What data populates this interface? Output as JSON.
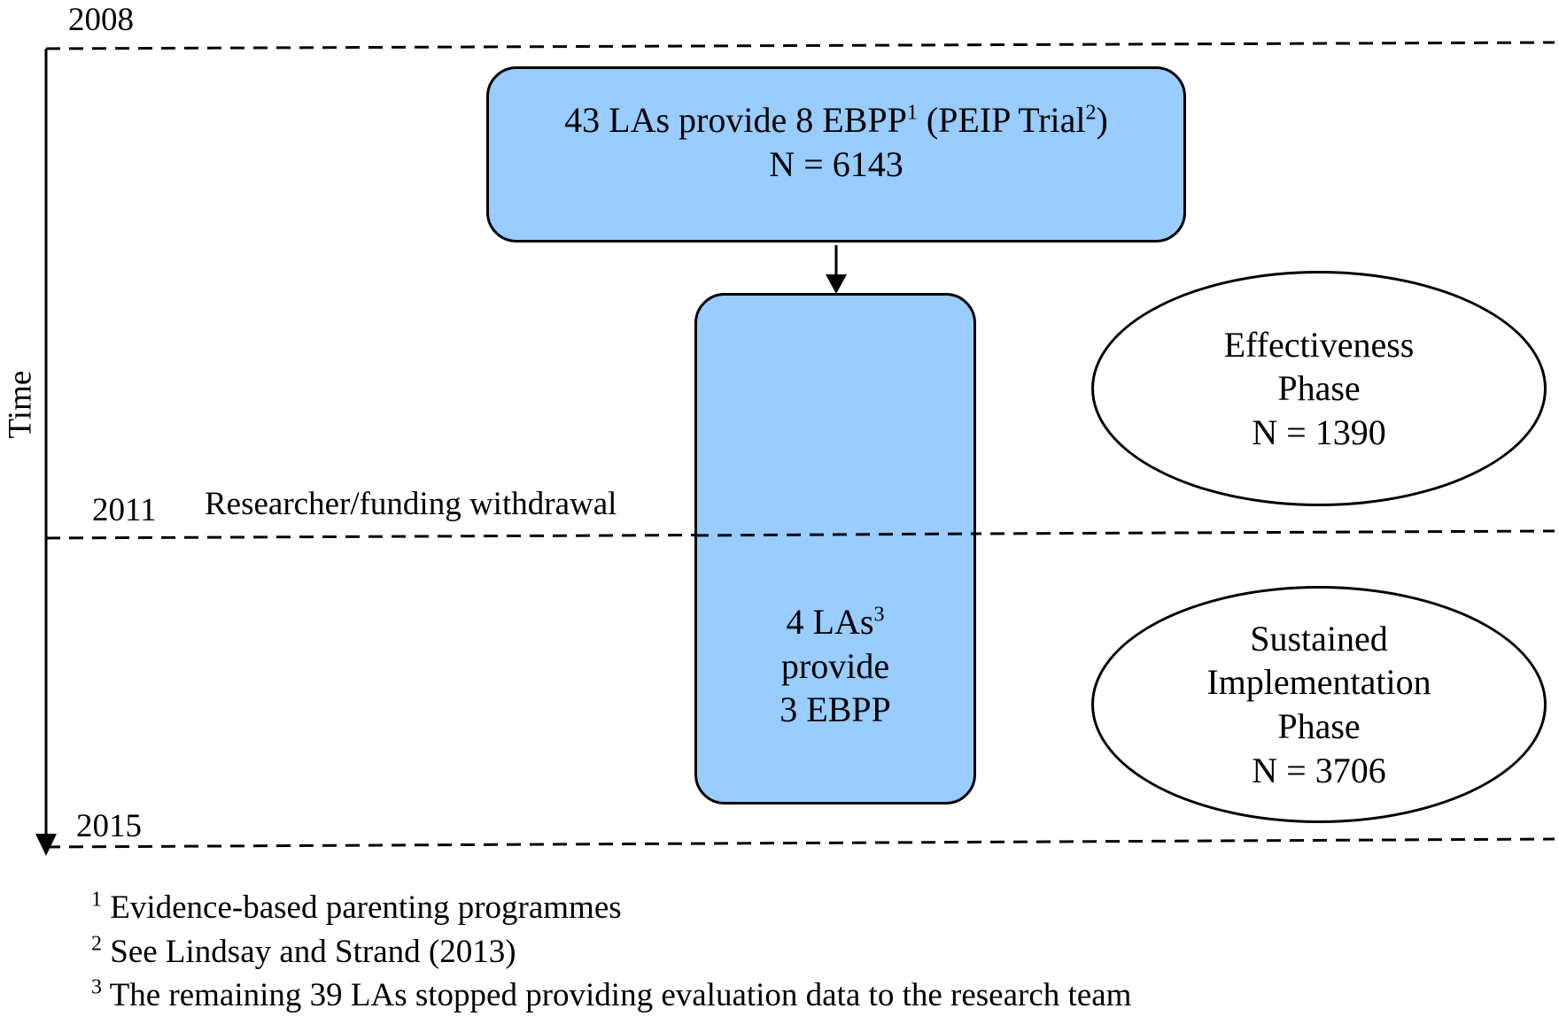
{
  "timeline": {
    "axis_label": "Time",
    "years": [
      "2008",
      "2011",
      "2015"
    ],
    "event_2011": "Researcher/funding withdrawal"
  },
  "top_box": {
    "line1_pre": "43 LAs provide 8 EBPP",
    "line1_sup1": "1",
    "line1_mid": " (PEIP Trial",
    "line1_sup2": "2",
    "line1_post": ")",
    "line2": "N = 6143"
  },
  "mid_box": {
    "line1_pre": "4 LAs",
    "line1_sup": "3",
    "line2": "provide",
    "line3": "3 EBPP"
  },
  "phase_effectiveness": {
    "line1": "Effectiveness",
    "line2": "Phase",
    "line3": "N = 1390"
  },
  "phase_sustained": {
    "line1": "Sustained",
    "line2": "Implementation",
    "line3": "Phase",
    "line4": "N = 3706"
  },
  "footnotes": [
    {
      "marker": "1",
      "text": "Evidence-based parenting programmes"
    },
    {
      "marker": "2",
      "text": "See Lindsay and Strand (2013)"
    },
    {
      "marker": "3",
      "text": "The remaining 39 LAs stopped providing evaluation data to the  research team"
    }
  ],
  "colors": {
    "box_fill": "#99ccff",
    "stroke": "#000000"
  }
}
